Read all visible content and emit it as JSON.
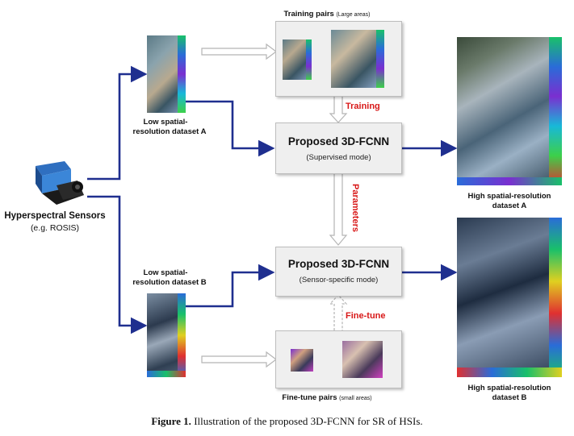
{
  "sensor": {
    "name": "Hyperspectral Sensors",
    "example": "(e.g. ROSIS)"
  },
  "dataset_a": {
    "label_line1": "Low spatial-",
    "label_line2": "resolution dataset A"
  },
  "dataset_b": {
    "label_line1": "Low spatial-",
    "label_line2": "resolution dataset B"
  },
  "training_pairs": {
    "label": "Training pairs",
    "note": "(Large areas)"
  },
  "finetune_pairs": {
    "label": "Fine-tune pairs",
    "note": "(small areas)"
  },
  "fcnn_top": {
    "title": "Proposed 3D-FCNN",
    "mode": "(Supervised mode)"
  },
  "fcnn_bottom": {
    "title": "Proposed 3D-FCNN",
    "mode": "(Sensor-specific mode)"
  },
  "edge_labels": {
    "training": "Training",
    "parameters": "Parameters",
    "finetune": "Fine-tune"
  },
  "output_a": {
    "line1": "High spatial-resolution",
    "line2": "dataset A"
  },
  "output_b": {
    "line1": "High spatial-resolution",
    "line2": "dataset B"
  },
  "caption": {
    "prefix": "Figure 1.",
    "text": " Illustration of the proposed 3D-FCNN for SR of HSIs."
  },
  "colors": {
    "arrow_blue": "#1f2f8f",
    "accent_red": "#d81818",
    "box_fill": "#efefef"
  }
}
